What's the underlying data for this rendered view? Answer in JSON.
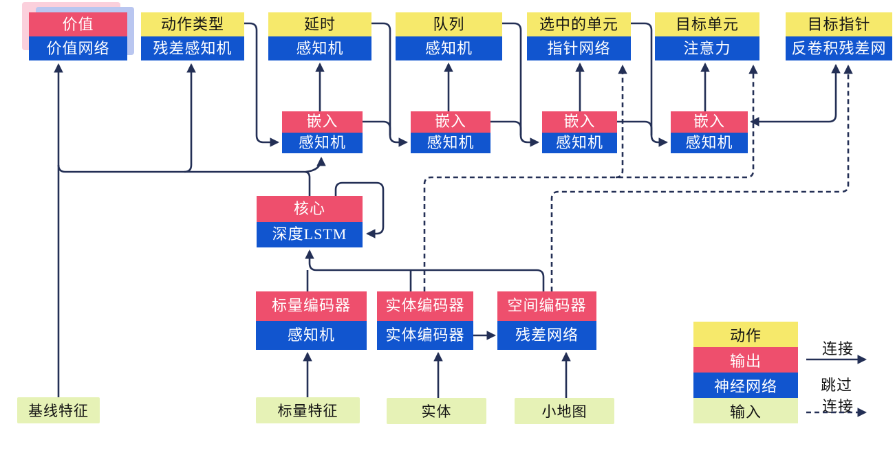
{
  "figure": {
    "title_implicit": "",
    "heads": [
      {
        "top": "价值",
        "bottom": "价值网络"
      },
      {
        "top": "动作类型",
        "bottom": "残差感知机"
      },
      {
        "top": "延时",
        "bottom": "感知机"
      },
      {
        "top": "队列",
        "bottom": "感知机"
      },
      {
        "top": "选中的单元",
        "bottom": "指针网络"
      },
      {
        "top": "目标单元",
        "bottom": "注意力"
      },
      {
        "top": "目标指针",
        "bottom": "反卷积残差网"
      }
    ],
    "embeds": [
      {
        "top": "嵌入",
        "bottom": "感知机"
      },
      {
        "top": "嵌入",
        "bottom": "感知机"
      },
      {
        "top": "嵌入",
        "bottom": "感知机"
      },
      {
        "top": "嵌入",
        "bottom": "感知机"
      }
    ],
    "core": {
      "top": "核心",
      "bottom": "深度LSTM"
    },
    "encoders": [
      {
        "top": "标量编码器",
        "bottom": "感知机"
      },
      {
        "top": "实体编码器",
        "bottom": "实体编码器"
      },
      {
        "top": "空间编码器",
        "bottom": "残差网络"
      }
    ],
    "inputs": [
      {
        "label": "基线特征"
      },
      {
        "label": "标量特征"
      },
      {
        "label": "实体"
      },
      {
        "label": "小地图"
      }
    ],
    "legend": {
      "items": [
        {
          "label": "动作",
          "type": "action"
        },
        {
          "label": "输出",
          "type": "output"
        },
        {
          "label": "神经网络",
          "type": "network"
        },
        {
          "label": "输入",
          "type": "input"
        }
      ],
      "solid_arrow_label": "连接",
      "dashed_arrow_label_line1": "跳过",
      "dashed_arrow_label_line2": "连接"
    },
    "colors": {
      "action_yellow": "#f6e96b",
      "output_pink": "#ee4f6d",
      "network_blue": "#1155cf",
      "input_green": "#e6f2b6",
      "wire_navy": "#232f55",
      "stack_shadow_pink": "#fbd0dc",
      "stack_shadow_blue": "#b9c6f0"
    }
  }
}
